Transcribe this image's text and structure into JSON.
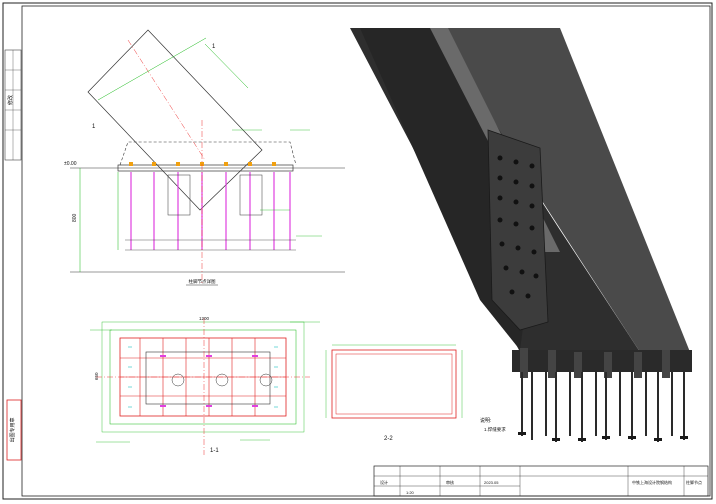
{
  "drawing": {
    "elevation_title": "柱脚节点详图",
    "section_1_label": "1-1",
    "section_2_label": "2-2",
    "note_heading": "说明:",
    "note_body": "1.焊缝要求",
    "elevation_mark": "±0.00",
    "side_label_1": "1",
    "side_label_2": "1",
    "dim_left": "800",
    "plan_dim_top": "1200",
    "plan_dim_left": "650"
  },
  "title_block": {
    "project": "中铁上海设计院钢结构",
    "sheet_name": "柱脚节点",
    "scale": "1:20",
    "drawn": "设计",
    "checked": "审核",
    "date": "2023.05"
  },
  "left_strip": {
    "stamp_text": "出图专用章",
    "revision_label": "修改"
  },
  "colors": {
    "anchor_bolt": "#e040e0",
    "dimension": "#16b816",
    "plate_red": "#e02020",
    "weld_mark": "#f0a010",
    "steel_dark": "#3a3a3a"
  }
}
